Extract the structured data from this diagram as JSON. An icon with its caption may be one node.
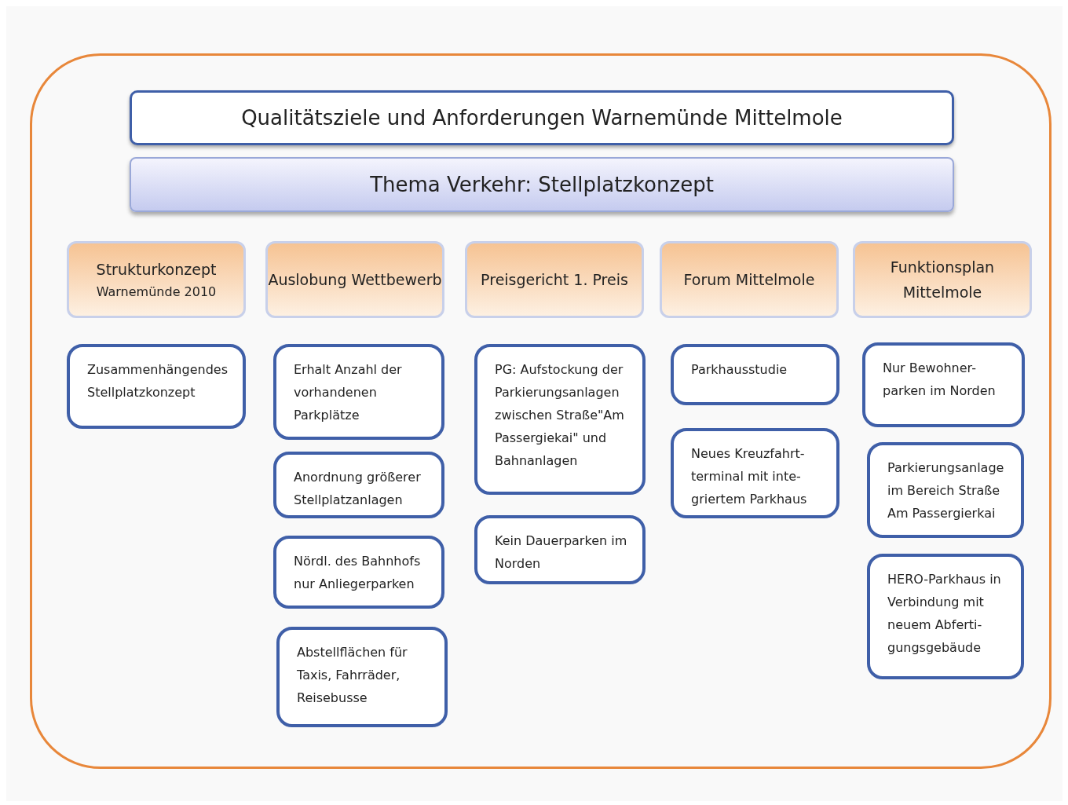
{
  "diagram": {
    "nodes": [
      {
        "text": [
          "Qualitätsziele und Anforderungen Warnemünde Mittelmole"
        ]
      },
      {
        "text": [
          "Thema Verkehr: Stellplatzkonzept"
        ]
      },
      {
        "text": [
          "Strukturkonzept",
          "Warnemünde 2010"
        ]
      },
      {
        "text": [
          "Auslobung Wettbewerb"
        ]
      },
      {
        "text": [
          "Preisgericht 1. Preis"
        ]
      },
      {
        "text": [
          "Forum Mittelmole"
        ]
      },
      {
        "text": [
          "Funktionsplan Mittelmole"
        ]
      },
      {
        "text": [
          "Zusammenhängendes Stellplatzkonzept"
        ]
      },
      {
        "text": [
          "Erhalt Anzahl der vorhandenen Parkplätze"
        ]
      },
      {
        "text": [
          "Anordnung größerer Stellplatzanlagen"
        ]
      },
      {
        "text": [
          "Nördl. des Bahnhofs nur Anliegerparken"
        ]
      },
      {
        "text": [
          "Abstellflächen für Taxis, Fahrräder, Reisebusse"
        ]
      },
      {
        "text": [
          "PG: Aufstockung der Parkierungsanlagen zwischen Straße\"Am Passergiekai\" und Bahnanlagen"
        ]
      },
      {
        "text": [
          "Kein Dauerparken im Norden"
        ]
      },
      {
        "text": [
          "Parkhausstudie"
        ]
      },
      {
        "text": [
          "Neues Kreuzfahrt- terminal mit inte- griertem Parkhaus"
        ]
      },
      {
        "text": [
          "Nur Bewohner- parken im Norden"
        ]
      },
      {
        "text": [
          "Parkierungsanlage im Bereich Straße Am Passergierkai"
        ]
      },
      {
        "text": [
          "HERO-Parkhaus in Verbindung mit neuem Abferti- gungsgebäude"
        ]
      }
    ]
  }
}
